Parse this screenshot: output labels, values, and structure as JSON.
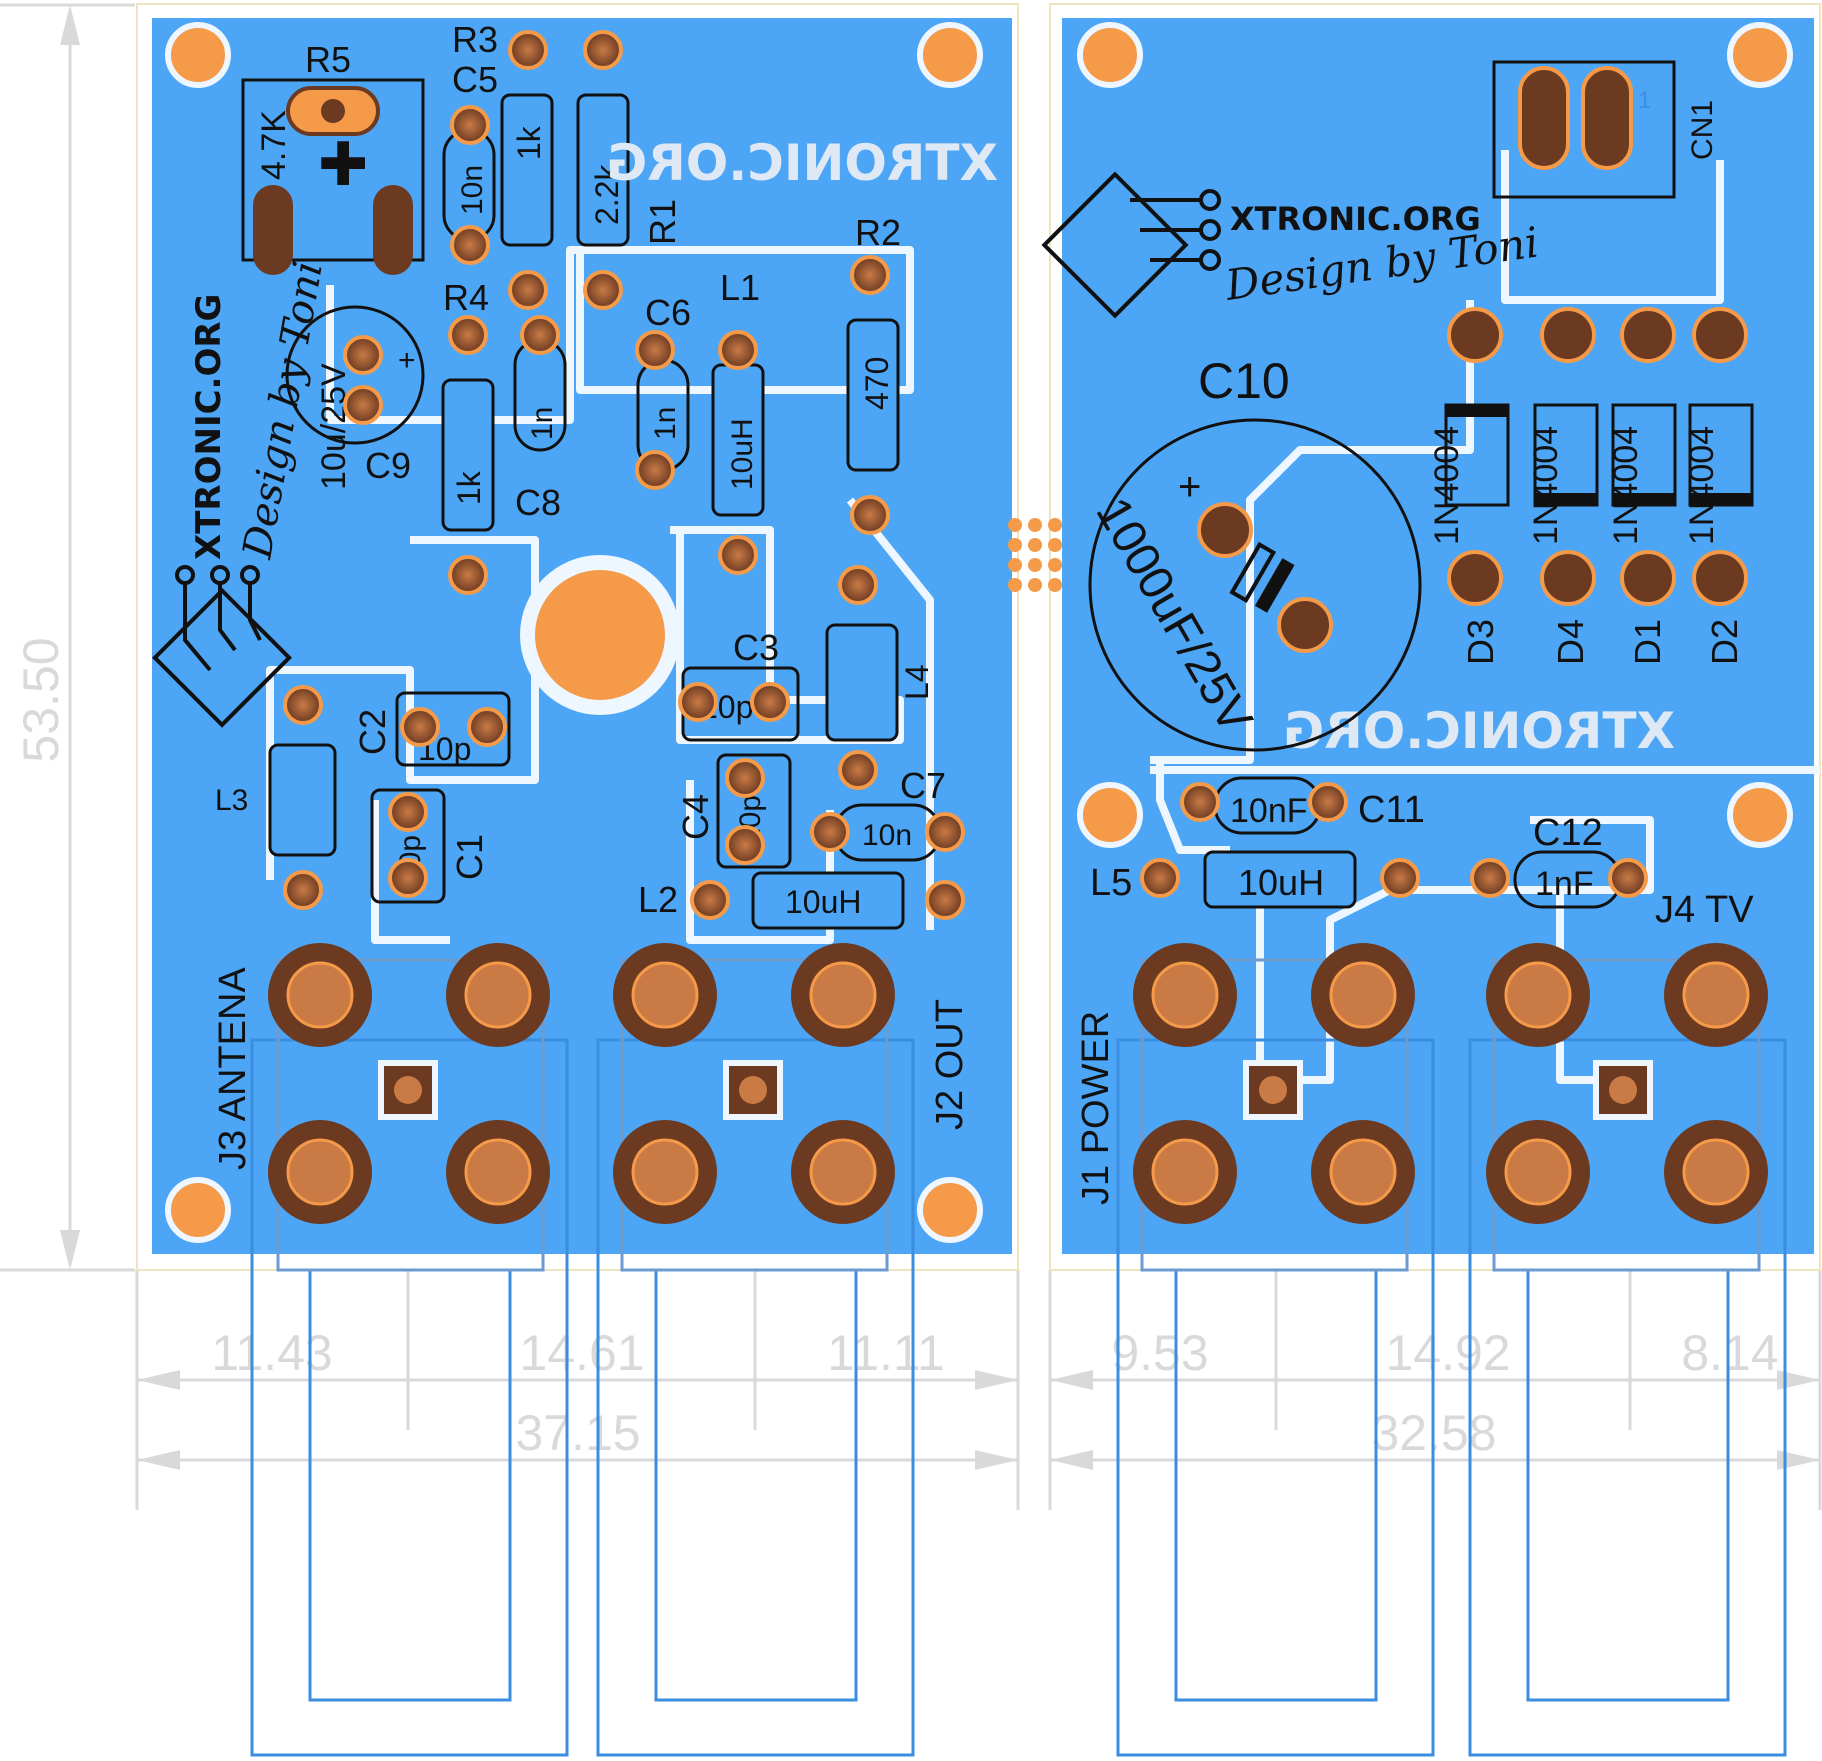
{
  "dimensions": {
    "height": "53.50",
    "left_segments": [
      "11.43",
      "14.61",
      "11.11"
    ],
    "left_total": "37.15",
    "right_segments": [
      "9.53",
      "14.92",
      "8.14"
    ],
    "right_total": "32.58"
  },
  "branding": {
    "logo_text": "XTRONIC.ORG",
    "logo_mirror": "XTRONIC.ORG",
    "signature": "Design by Toni"
  },
  "left_board": {
    "R5": {
      "ref": "R5",
      "value": "4.7K"
    },
    "R3": {
      "ref": "R3",
      "value": "1k"
    },
    "R1": {
      "ref": "R1",
      "value": "2.2k"
    },
    "C5": {
      "ref": "C5",
      "value": "10n"
    },
    "R2": {
      "ref": "R2",
      "value": "470"
    },
    "R4": {
      "ref": "R4",
      "value": "1k"
    },
    "C6": {
      "ref": "C6",
      "value": "1n"
    },
    "L1": {
      "ref": "L1",
      "value": "10uH"
    },
    "C9": {
      "ref": "C9",
      "value": "10u/25V"
    },
    "C8": {
      "ref": "C8",
      "value": "1n"
    },
    "C3": {
      "ref": "C3",
      "value": "10p"
    },
    "L4": {
      "ref": "L4"
    },
    "C2": {
      "ref": "C2",
      "value": "10p"
    },
    "L3": {
      "ref": "L3"
    },
    "C1": {
      "ref": "C1",
      "value": "10p"
    },
    "C4": {
      "ref": "C4",
      "value": "10p"
    },
    "C7": {
      "ref": "C7",
      "value": "10n"
    },
    "L2": {
      "ref": "L2",
      "value": "10uH"
    },
    "J3": {
      "label": "J3 ANTENA"
    },
    "J2": {
      "label": "J2 OUT"
    }
  },
  "right_board": {
    "CN1": {
      "ref": "CN1",
      "pin": "1"
    },
    "C10": {
      "ref": "C10",
      "value": "1000uF/25V"
    },
    "diode_part": "1N4004",
    "D3": "D3",
    "D4": "D4",
    "D1": "D1",
    "D2": "D2",
    "C11": {
      "ref": "C11",
      "value": "10nF"
    },
    "L5": {
      "ref": "L5",
      "value": "10uH"
    },
    "C12": {
      "ref": "C12",
      "value": "1nF"
    },
    "J4": {
      "label": "J4 TV"
    },
    "J1": {
      "label": "J1 POWER"
    }
  },
  "colors": {
    "board": "#4da6f5",
    "pad": "#f5a050",
    "pad_inner": "#6b3a21",
    "outline": "#3b8de0",
    "dim": "#d9d9d9"
  }
}
